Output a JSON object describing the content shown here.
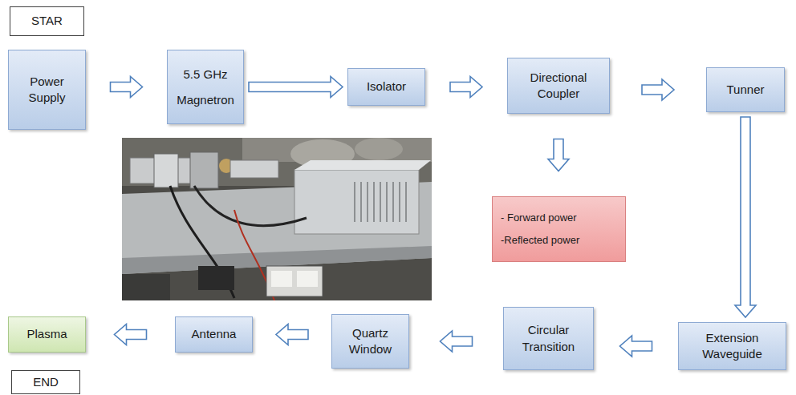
{
  "diagram": {
    "nodes": [
      {
        "text": [
          "STAR"
        ]
      },
      {
        "text": [
          "Power Supply"
        ]
      },
      {
        "text": [
          "5.5 GHz Magnetron"
        ]
      },
      {
        "text": [
          "Isolator"
        ]
      },
      {
        "text": [
          "Directional Coupler"
        ]
      },
      {
        "text": [
          "Tunner"
        ]
      },
      {
        "text": [
          "- Forward power",
          "-Reflected power"
        ]
      },
      {
        "text": [
          "Extension Waveguide"
        ]
      },
      {
        "text": [
          "Circular Transition"
        ]
      },
      {
        "text": [
          "Quartz Window"
        ]
      },
      {
        "text": [
          "Antenna"
        ]
      },
      {
        "text": [
          "Plasma"
        ]
      },
      {
        "text": [
          "END"
        ]
      }
    ],
    "edges": [
      {
        "from": 1,
        "to": 2,
        "arrow": "to"
      },
      {
        "from": 2,
        "to": 3,
        "arrow": "to"
      },
      {
        "from": 3,
        "to": 4,
        "arrow": "to"
      },
      {
        "from": 4,
        "to": 5,
        "arrow": "to"
      },
      {
        "from": 4,
        "to": 6,
        "arrow": "to"
      },
      {
        "from": 5,
        "to": 7,
        "arrow": "to"
      },
      {
        "from": 7,
        "to": 8,
        "arrow": "to"
      },
      {
        "from": 8,
        "to": 9,
        "arrow": "to"
      },
      {
        "from": 9,
        "to": 10,
        "arrow": "to"
      },
      {
        "from": 10,
        "to": 11,
        "arrow": "to"
      }
    ]
  }
}
